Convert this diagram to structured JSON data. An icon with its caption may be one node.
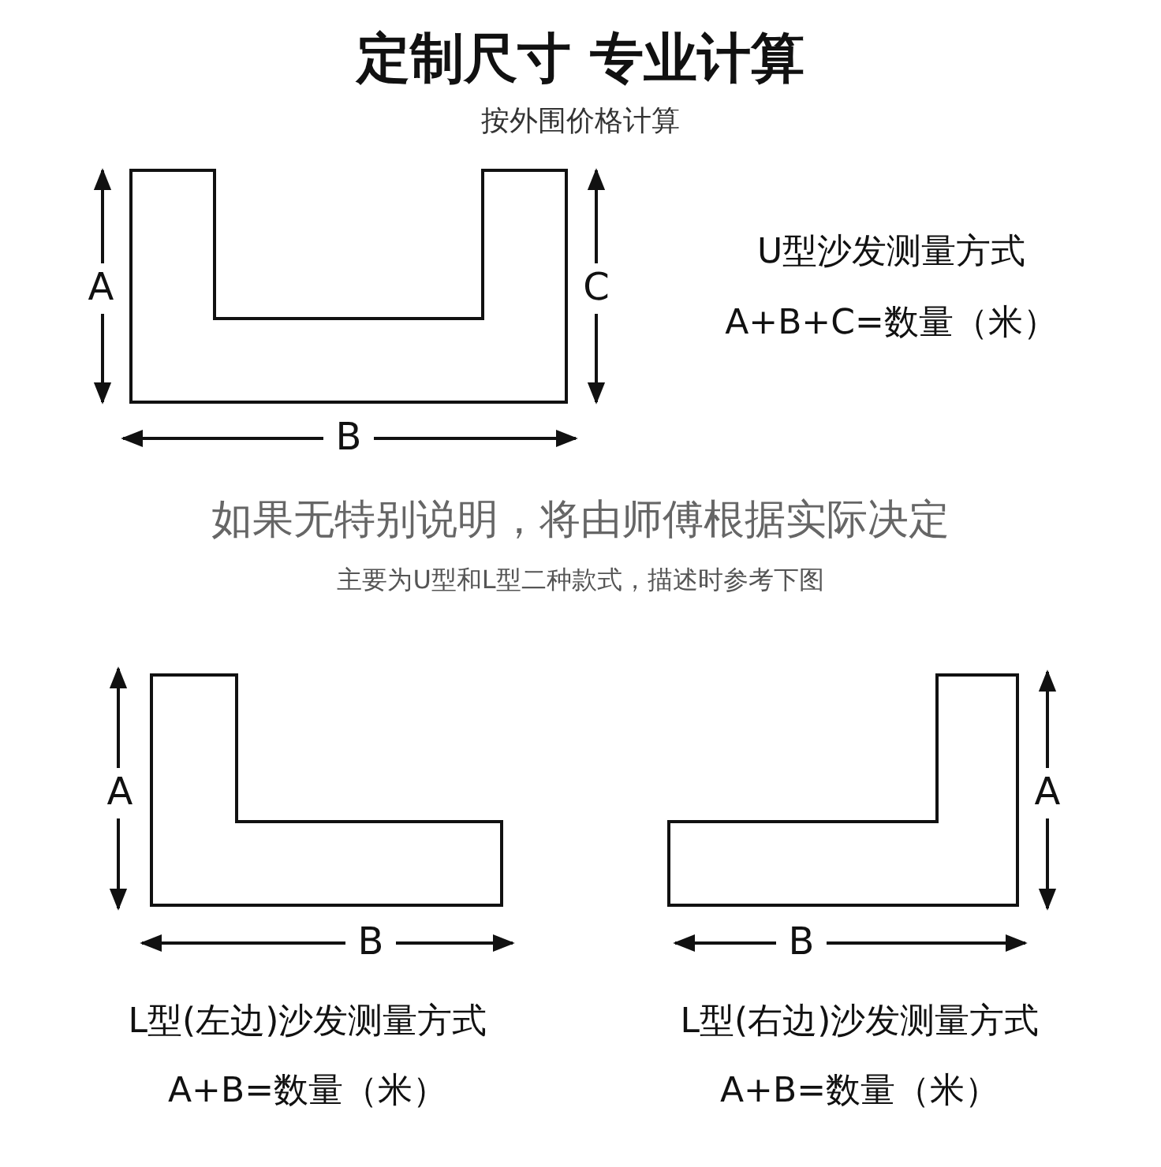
{
  "diagram": {
    "title": "定制尺寸 专业计算",
    "labels": [
      "按外围价格计算",
      "A",
      "C",
      "U型沙发测量方式",
      "A+B+C=数量（米）",
      "B",
      "如果无特别说明，将由师傅根据实际决定",
      "主要为U型和L型二种款式，描述时参考下图",
      "A",
      "A",
      "B",
      "B",
      "L型(左边)沙发测量方式",
      "L型(右边)沙发测量方式",
      "A+B=数量（米）",
      "A+B=数量（米）"
    ]
  }
}
